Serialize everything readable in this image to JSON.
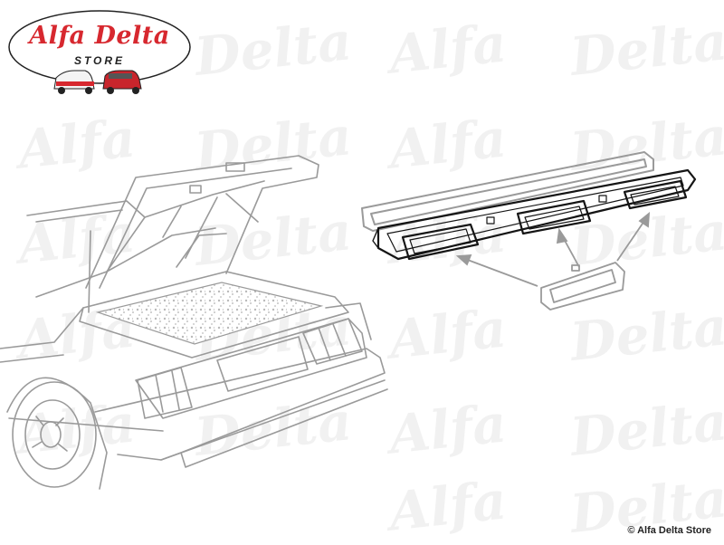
{
  "logo": {
    "title": "Alfa Delta",
    "subtitle": "STORE"
  },
  "watermark": {
    "words": [
      "Alfa",
      "Delta"
    ]
  },
  "copyright": "© Alfa Delta Store",
  "colors": {
    "brand_red": "#d7282f",
    "line_gray": "#9a9a9a",
    "line_dark": "#151515",
    "watermark": "#f1f1f1"
  }
}
